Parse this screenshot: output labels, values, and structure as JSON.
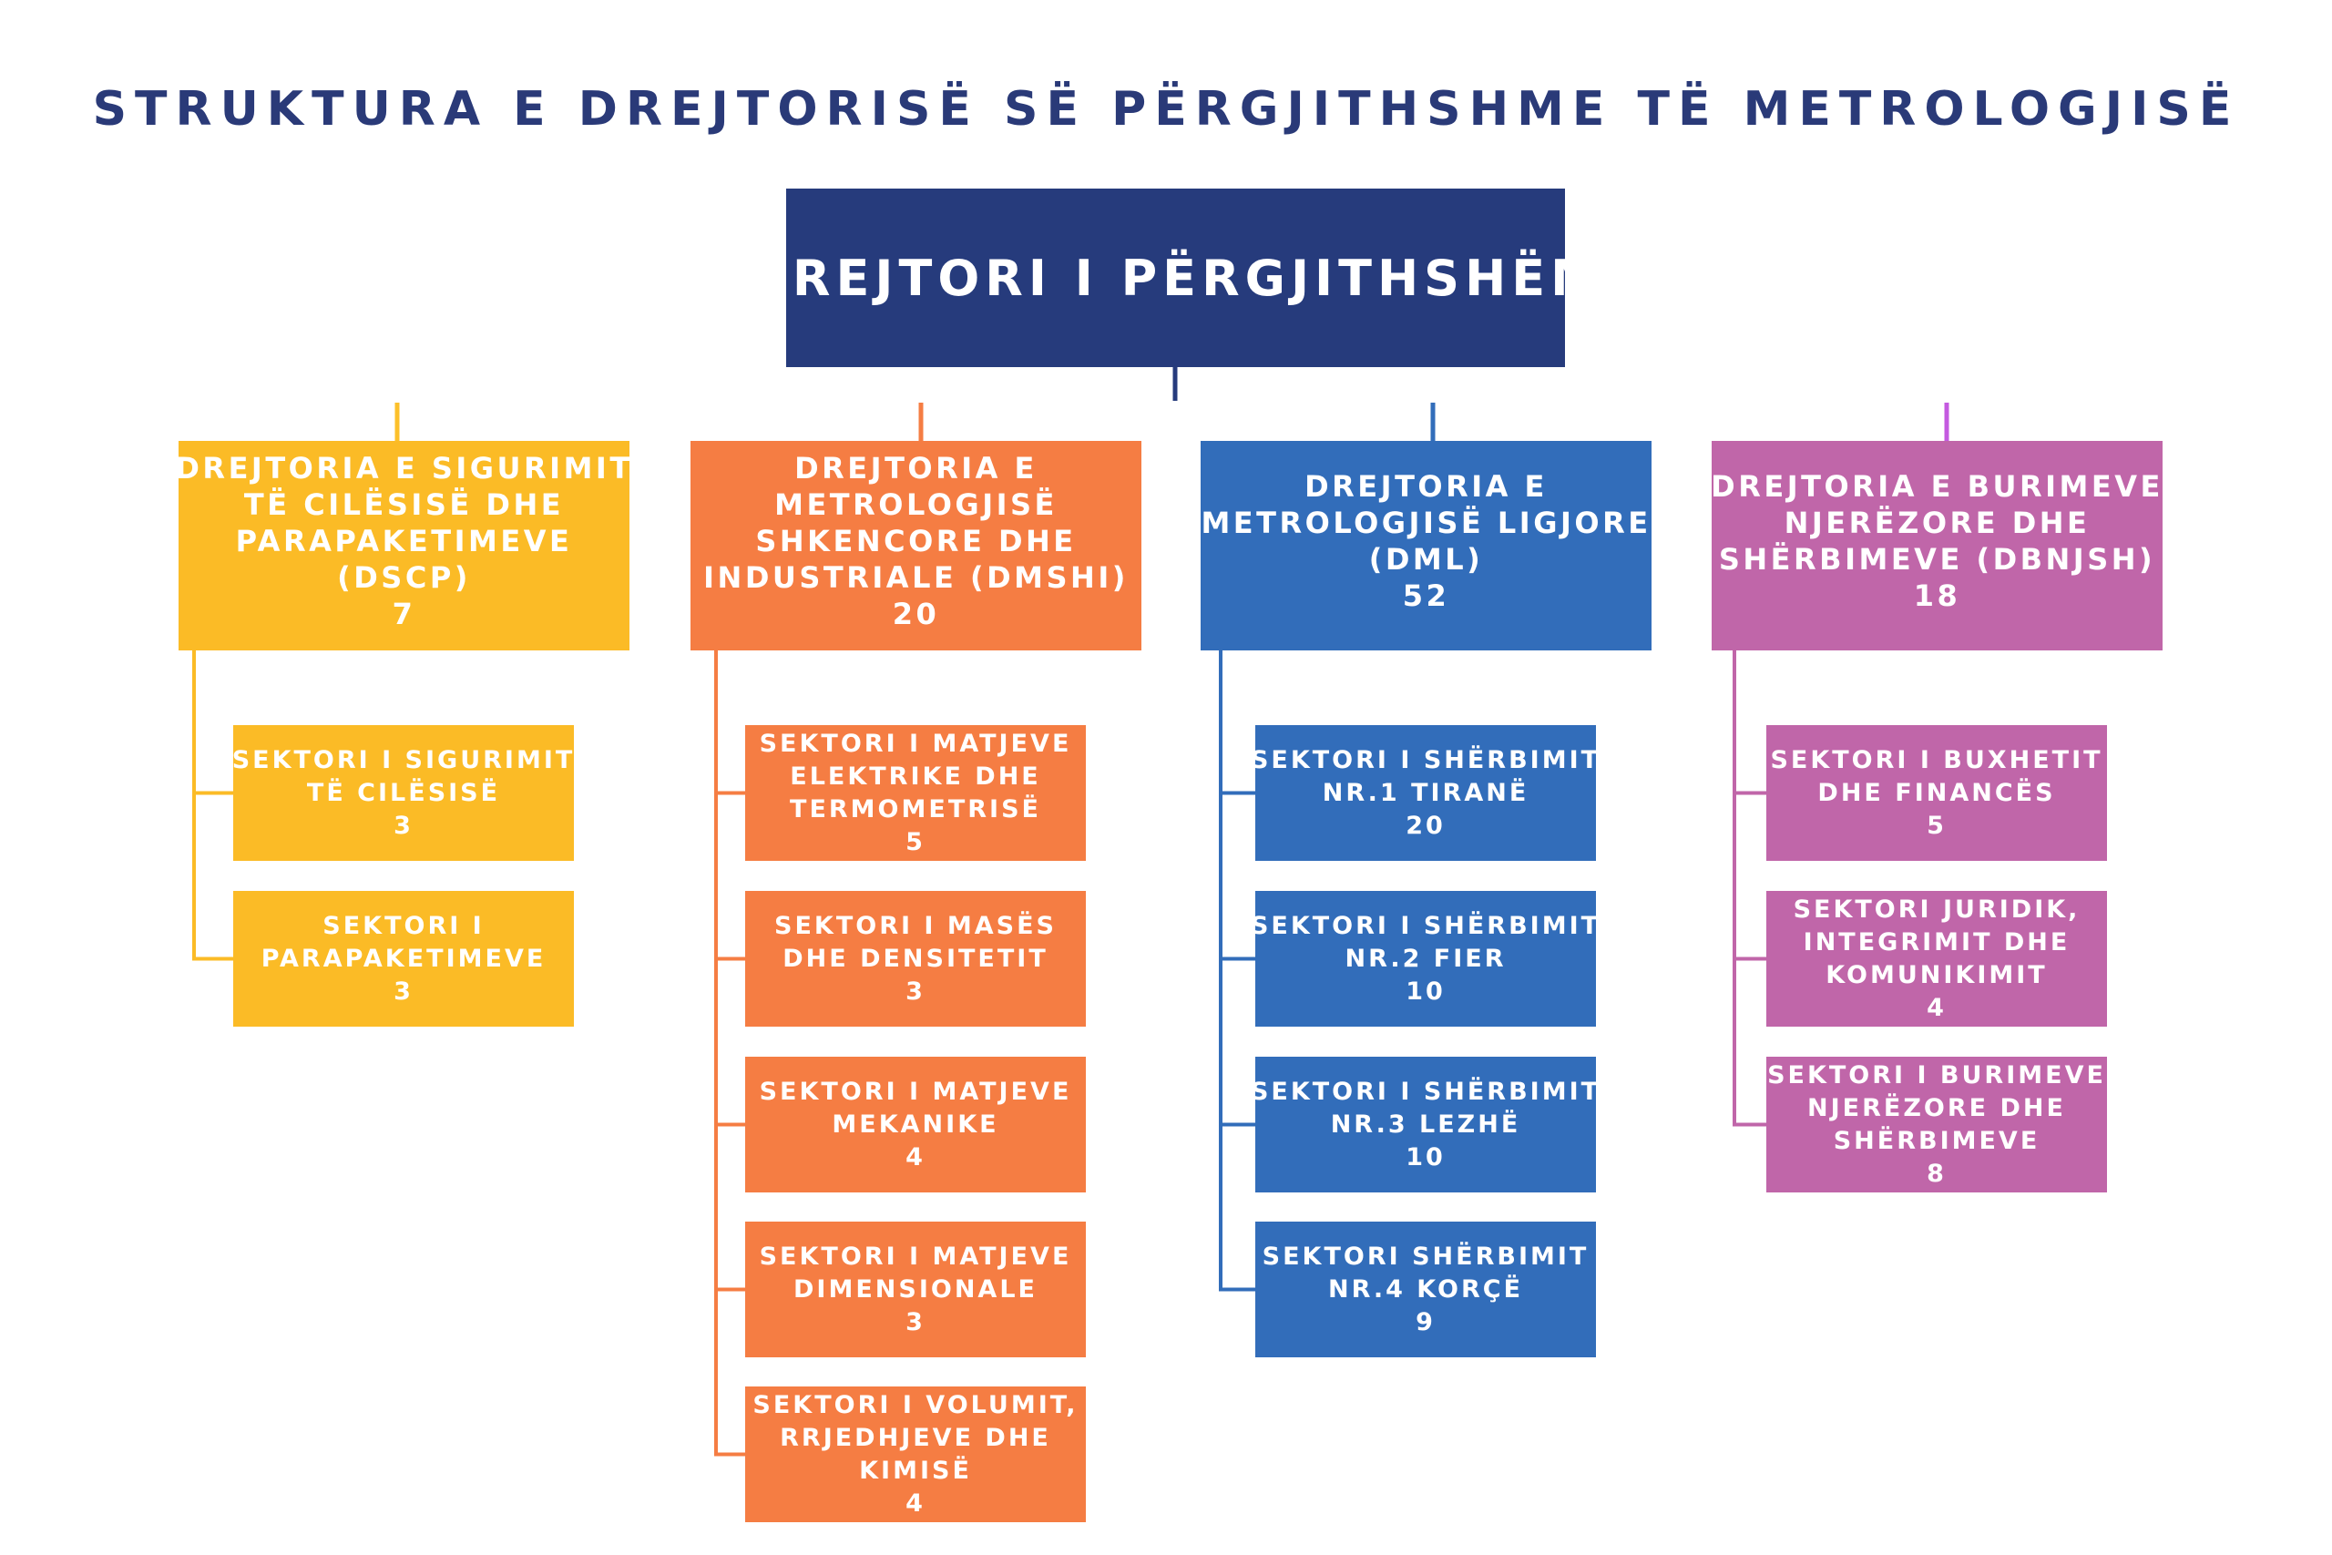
{
  "title": "STRUKTURA E DREJTORISË SË PËRGJITHSHME TË METROLOGJISË",
  "colors": {
    "title": "#2a3a78",
    "top": "#263b7c",
    "yellow": "#fbbb26",
    "orange": "#f57d43",
    "blue": "#326dba",
    "pink": "#c066a9"
  },
  "top": {
    "label": "DREJTORI I PËRGJITHSHËM"
  },
  "directorates": [
    {
      "lines": [
        "DREJTORIA E SIGURIMIT",
        "TË CILËSISË DHE",
        "PARAPAKETIMEVE",
        "(DSCP)"
      ],
      "count": "7",
      "sectors": [
        {
          "lines": [
            "SEKTORI I SIGURIMIT",
            "TË CILËSISË"
          ],
          "count": "3"
        },
        {
          "lines": [
            "SEKTORI I",
            "PARAPAKETIMEVE"
          ],
          "count": "3"
        }
      ]
    },
    {
      "lines": [
        "DREJTORIA E",
        "METROLOGJISË",
        "SHKENCORE DHE",
        "INDUSTRIALE (DMSHI)"
      ],
      "count": "20",
      "sectors": [
        {
          "lines": [
            "SEKTORI I MATJEVE",
            "ELEKTRIKE DHE",
            "TERMOMETRISË"
          ],
          "count": "5"
        },
        {
          "lines": [
            "SEKTORI I MASËS",
            "DHE DENSITETIT"
          ],
          "count": "3"
        },
        {
          "lines": [
            "SEKTORI I MATJEVE",
            "MEKANIKE"
          ],
          "count": "4"
        },
        {
          "lines": [
            "SEKTORI I MATJEVE",
            "DIMENSIONALE"
          ],
          "count": "3"
        },
        {
          "lines": [
            "SEKTORI I VOLUMIT,",
            "RRJEDHJEVE DHE",
            "KIMISË"
          ],
          "count": "4"
        }
      ]
    },
    {
      "lines": [
        "DREJTORIA E",
        "METROLOGJISË LIGJORE",
        "(DML)"
      ],
      "count": "52",
      "sectors": [
        {
          "lines": [
            "SEKTORI I SHËRBIMIT",
            "NR.1 TIRANË"
          ],
          "count": "20"
        },
        {
          "lines": [
            "SEKTORI I SHËRBIMIT",
            "NR.2 FIER"
          ],
          "count": "10"
        },
        {
          "lines": [
            "SEKTORI I SHËRBIMIT",
            "NR.3 LEZHË"
          ],
          "count": "10"
        },
        {
          "lines": [
            "SEKTORI SHËRBIMIT",
            "NR.4 KORÇË"
          ],
          "count": "9"
        }
      ]
    },
    {
      "lines": [
        "DREJTORIA E BURIMEVE",
        "NJERËZORE DHE",
        "SHËRBIMEVE (DBNJSH)"
      ],
      "count": "18",
      "sectors": [
        {
          "lines": [
            "SEKTORI I BUXHETIT",
            "DHE FINANCËS"
          ],
          "count": "5"
        },
        {
          "lines": [
            "SEKTORI JURIDIK,",
            "INTEGRIMIT DHE",
            "KOMUNIKIMIT"
          ],
          "count": "4"
        },
        {
          "lines": [
            "SEKTORI I BURIMEVE",
            "NJERËZORE DHE",
            "SHËRBIMEVE"
          ],
          "count": "8"
        }
      ]
    }
  ]
}
